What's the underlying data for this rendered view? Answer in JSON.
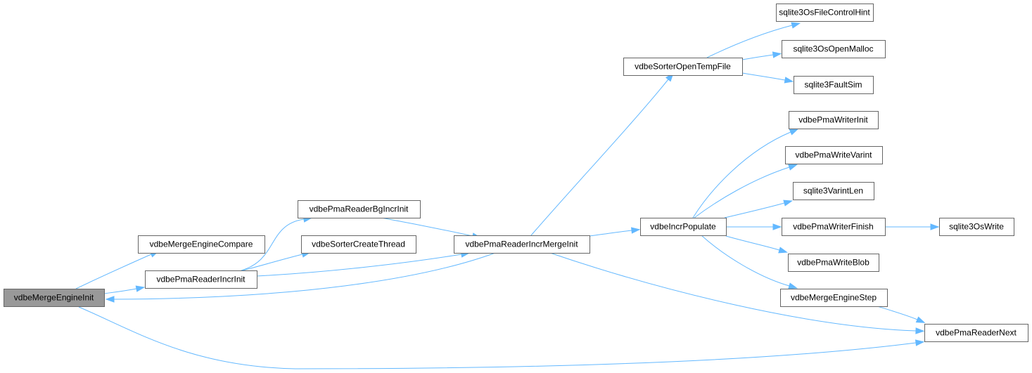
{
  "nodes": [
    {
      "id": "root",
      "label": "vdbeMergeEngineInit",
      "root": true
    },
    {
      "id": "mec",
      "label": "vdbeMergeEngineCompare"
    },
    {
      "id": "prii",
      "label": "vdbePmaReaderIncrInit"
    },
    {
      "id": "prbii",
      "label": "vdbePmaReaderBgIncrInit"
    },
    {
      "id": "sct",
      "label": "vdbeSorterCreateThread"
    },
    {
      "id": "primi",
      "label": "vdbePmaReaderIncrMergeInit"
    },
    {
      "id": "sotf",
      "label": "vdbeSorterOpenTempFile"
    },
    {
      "id": "ofch",
      "label": "sqlite3OsFileControlHint"
    },
    {
      "id": "oom",
      "label": "sqlite3OsOpenMalloc"
    },
    {
      "id": "fs",
      "label": "sqlite3FaultSim"
    },
    {
      "id": "ip",
      "label": "vdbeIncrPopulate"
    },
    {
      "id": "pwi",
      "label": "vdbePmaWriterInit"
    },
    {
      "id": "pwv",
      "label": "vdbePmaWriteVarint"
    },
    {
      "id": "vl",
      "label": "sqlite3VarintLen"
    },
    {
      "id": "pwf",
      "label": "vdbePmaWriterFinish"
    },
    {
      "id": "ow",
      "label": "sqlite3OsWrite"
    },
    {
      "id": "pwb",
      "label": "vdbePmaWriteBlob"
    },
    {
      "id": "mes",
      "label": "vdbeMergeEngineStep"
    },
    {
      "id": "prn",
      "label": "vdbePmaReaderNext"
    }
  ],
  "edges": [
    {
      "from": "root",
      "to": "mec"
    },
    {
      "from": "root",
      "to": "prii"
    },
    {
      "from": "root",
      "to": "prn"
    },
    {
      "from": "prii",
      "to": "prbii"
    },
    {
      "from": "prii",
      "to": "sct"
    },
    {
      "from": "prii",
      "to": "primi"
    },
    {
      "from": "prbii",
      "to": "primi"
    },
    {
      "from": "primi",
      "to": "root"
    },
    {
      "from": "primi",
      "to": "sotf"
    },
    {
      "from": "primi",
      "to": "ip"
    },
    {
      "from": "primi",
      "to": "prn"
    },
    {
      "from": "sotf",
      "to": "ofch"
    },
    {
      "from": "sotf",
      "to": "oom"
    },
    {
      "from": "sotf",
      "to": "fs"
    },
    {
      "from": "ip",
      "to": "pwi"
    },
    {
      "from": "ip",
      "to": "pwv"
    },
    {
      "from": "ip",
      "to": "vl"
    },
    {
      "from": "ip",
      "to": "pwf"
    },
    {
      "from": "ip",
      "to": "pwb"
    },
    {
      "from": "ip",
      "to": "mes"
    },
    {
      "from": "pwf",
      "to": "ow"
    },
    {
      "from": "mes",
      "to": "prn"
    }
  ],
  "colors": {
    "edge": "#63b8ff",
    "node_border": "#666666",
    "root_fill": "#999999",
    "node_fill": "#ffffff"
  }
}
